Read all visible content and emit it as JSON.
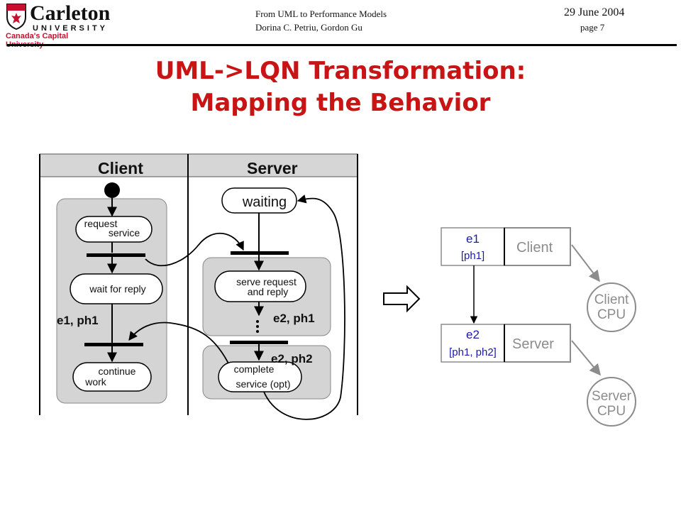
{
  "header": {
    "logo_name": "Carleton",
    "logo_sub": "UNIVERSITY",
    "logo_tagline": "Canada's Capital University",
    "talk_title": "From UML to Performance Models",
    "authors": "Dorina C. Petriu, Gordon Gu",
    "date": "29 June 2004",
    "page": "page 7"
  },
  "title": {
    "line1": "UML->LQN Transformation:",
    "line2": "Mapping the Behavior"
  },
  "activity": {
    "lane_client": "Client",
    "lane_server": "Server",
    "request_l1": "request",
    "request_l2": "service",
    "wait_reply": "wait for reply",
    "continue_l1": "continue",
    "continue_l2": "work",
    "waiting": "waiting",
    "serve_l1": "serve request",
    "serve_l2": "and reply",
    "complete_l1": "complete",
    "complete_l2": "service (opt)",
    "phase_client": "e1, ph1",
    "phase_server1": "e2, ph1",
    "phase_server2": "e2, ph2"
  },
  "lqn": {
    "e1": "e1",
    "e1_phase": "[ph1]",
    "client_task": "Client",
    "e2": "e2",
    "e2_phase": "[ph1, ph2]",
    "server_task": "Server",
    "client_cpu_l1": "Client",
    "client_cpu_l2": "CPU",
    "server_cpu_l1": "Server",
    "server_cpu_l2": "CPU"
  },
  "colors": {
    "title": "#c81414",
    "entry_text": "#1a1aa8",
    "task_gray": "#8c8c8c",
    "partition_fill": "#d4d4d4",
    "lane_header_fill": "#d6d6d6"
  }
}
